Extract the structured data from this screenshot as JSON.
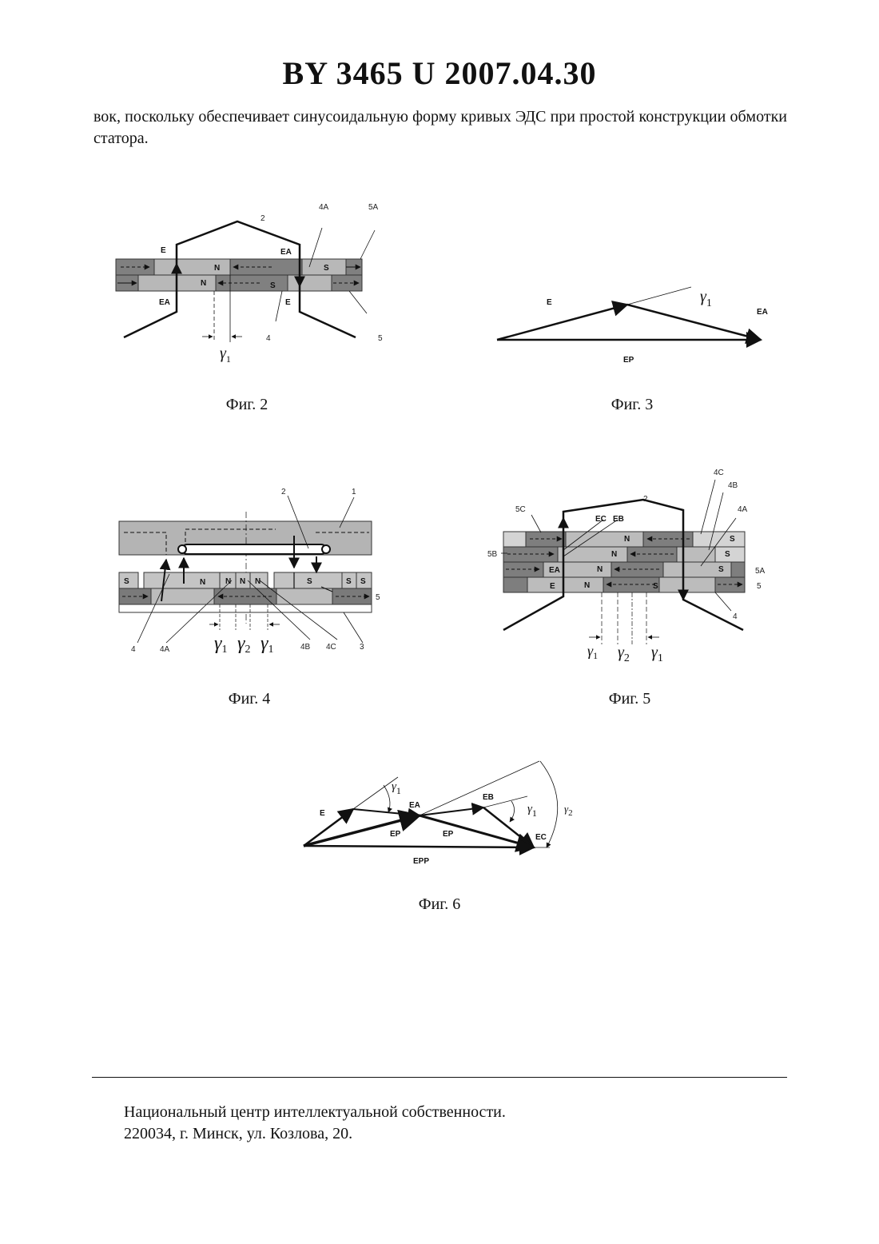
{
  "header": {
    "doc_id": "BY  3465  U  2007.04.30"
  },
  "body": {
    "text": "вок, поскольку обеспечивает синусоидальную форму кривых ЭДС при простой конструкции обмотки статора."
  },
  "figures": {
    "fig2": {
      "caption": "Фиг. 2",
      "labels": {
        "n2": "2",
        "n4A": "4A",
        "n5A": "5A",
        "n4": "4",
        "n5": "5",
        "E1": "E",
        "EA1": "EA",
        "EA2": "EA",
        "E2": "E",
        "N1": "N",
        "N2": "N",
        "S1": "S",
        "S2": "S",
        "g": "γ",
        "g_sub": "1"
      }
    },
    "fig3": {
      "caption": "Фиг. 3",
      "labels": {
        "E": "E",
        "EA": "EA",
        "EP": "EP",
        "g": "γ",
        "g_sub": "1"
      }
    },
    "fig4": {
      "caption": "Фиг. 4",
      "labels": {
        "n1": "1",
        "n2": "2",
        "n3": "3",
        "n4": "4",
        "n4A": "4A",
        "n4B": "4B",
        "n4C": "4C",
        "n5": "5",
        "S1": "S",
        "S2": "S",
        "S3": "S",
        "S4": "S",
        "N1": "N",
        "N2": "N",
        "N3": "N",
        "N4": "N",
        "g1a": "γ",
        "g1a_sub": "1",
        "g2": "γ",
        "g2_sub": "2",
        "g1b": "γ",
        "g1b_sub": "1"
      }
    },
    "fig5": {
      "caption": "Фиг. 5",
      "labels": {
        "n2": "2",
        "n4": "4",
        "n4A": "4A",
        "n4B": "4B",
        "n4C": "4C",
        "n5": "5",
        "n5A": "5A",
        "n5B": "5B",
        "n5C": "5C",
        "EC": "EC",
        "EB": "EB",
        "EA": "EA",
        "E": "E",
        "N1": "N",
        "N2": "N",
        "N3": "N",
        "N4": "N",
        "S1": "S",
        "S2": "S",
        "S3": "S",
        "S4": "S",
        "g1a": "γ",
        "g1a_sub": "1",
        "g2": "γ",
        "g2_sub": "2",
        "g1b": "γ",
        "g1b_sub": "1"
      }
    },
    "fig6": {
      "caption": "Фиг. 6",
      "labels": {
        "E": "E",
        "EA": "EA",
        "EB": "EB",
        "EC": "EC",
        "EP1": "EP",
        "EP2": "EP",
        "EPP": "EPP",
        "g1a": "γ",
        "g1a_sub": "1",
        "g1b": "γ",
        "g1b_sub": "1",
        "g2": "γ",
        "g2_sub": "2"
      }
    }
  },
  "footer": {
    "line1": "Национальный центр интеллектуальной собственности.",
    "line2": "220034, г. Минск, ул. Козлова, 20."
  }
}
